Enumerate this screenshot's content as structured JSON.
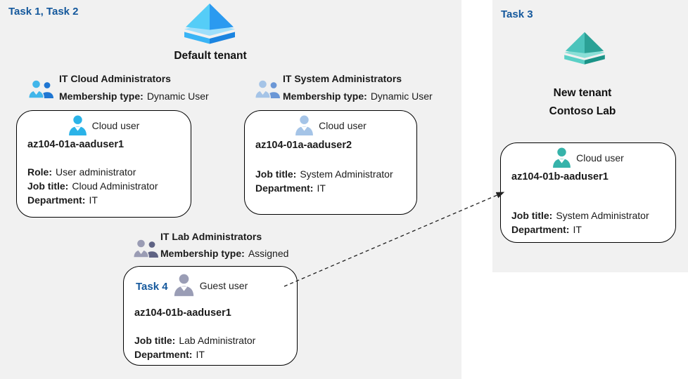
{
  "colors": {
    "panel_background": "#f1f1f1",
    "task_label_blue": "#14589c",
    "card_border": "#000000",
    "cloud_user_cyan": "#2bb3e8",
    "cloud_user_periwinkle": "#a5c4e7",
    "guest_user_gray": "#9a9db5",
    "cloud_user_teal": "#36b3aa",
    "group_cloud_big": "#41b6ea",
    "group_cloud_small": "#1f76d2",
    "group_system_big": "#a5c4e7",
    "group_system_small": "#6b97d6",
    "group_lab_big": "#9a9cb4",
    "group_lab_small": "#5f6384",
    "tenant_icon_blue_left": "#55cdf7",
    "tenant_icon_blue_right": "#2b9af0",
    "tenant_icon_teal_left": "#4cc4bc",
    "tenant_icon_teal_right": "#2ba196"
  },
  "icons": {
    "tenant": "azure-ad-pyramid-icon",
    "group": "two-users-icon",
    "user": "person-icon"
  },
  "default_tenant": {
    "task_label": "Task 1, Task 2",
    "title": "Default tenant",
    "groups": {
      "cloud_admins": {
        "title": "IT Cloud Administrators",
        "membership_label": "Membership type:",
        "membership_value": "Dynamic User"
      },
      "system_admins": {
        "title": "IT System Administrators",
        "membership_label": "Membership type:",
        "membership_value": "Dynamic User"
      },
      "lab_admins": {
        "title": "IT Lab Administrators",
        "membership_label": "Membership type:",
        "membership_value": "Assigned"
      }
    },
    "cards": {
      "user1": {
        "user_type": "Cloud user",
        "name": "az104-01a-aaduser1",
        "role_label": "Role:",
        "role_value": "User administrator",
        "job_label": "Job title:",
        "job_value": "Cloud Administrator",
        "dept_label": "Department:",
        "dept_value": "IT"
      },
      "user2": {
        "user_type": "Cloud user",
        "name": "az104-01a-aaduser2",
        "job_label": "Job title:",
        "job_value": "System Administrator",
        "dept_label": "Department:",
        "dept_value": "IT"
      },
      "guest": {
        "task_label": "Task 4",
        "user_type": "Guest user",
        "name": "az104-01b-aaduser1",
        "job_label": "Job title:",
        "job_value": "Lab Administrator",
        "dept_label": "Department:",
        "dept_value": "IT"
      }
    }
  },
  "new_tenant": {
    "task_label": "Task 3",
    "title_line1": "New tenant",
    "title_line2": "Contoso Lab",
    "card": {
      "user_type": "Cloud user",
      "name": "az104-01b-aaduser1",
      "job_label": "Job title:",
      "job_value": "System Administrator",
      "dept_label": "Department:",
      "dept_value": "IT"
    }
  }
}
